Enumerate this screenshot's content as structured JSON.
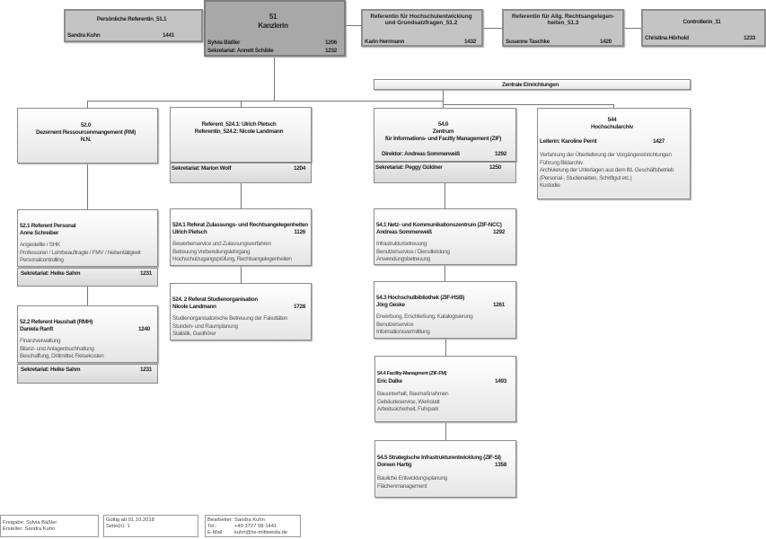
{
  "top": {
    "p511": {
      "title": "Persönliche Referentin_51.1",
      "name": "Sandra Kuhn",
      "tel": "1441"
    },
    "kanzlerin": {
      "num": "51",
      "title": "Kanzlerin",
      "name": "Sylvia Bäßler",
      "tel": "1206",
      "sek": "Sekretariat: Annett Schilde",
      "sek_tel": "1232"
    },
    "p512": {
      "title": "Referentin für Hochschulentwicklung  und Grundsatzfragen_51.2",
      "name": "Karin Herrmann",
      "tel": "1432"
    },
    "p513": {
      "title": "Referentin für Allg. Rechtsangelegen-heiten_51.3",
      "name": "Susanne Taschke",
      "tel": "1420"
    },
    "p11": {
      "title": "Controllerin_11",
      "name": "Christina Hörhold",
      "tel": "1233"
    }
  },
  "zentrale": "Zentrale Einrichtungen",
  "d520": {
    "num": "52.0",
    "title": "Dezernent Ressourcenmangement (RM)",
    "name": "N.N."
  },
  "d524": {
    "l1": "Referent_524.1: Ulrich Pietsch",
    "l2": "Referentin_524.2: Nicole Landmann",
    "sek": "Sekretariat: Marion Wolf",
    "sek_tel": "1204"
  },
  "d540": {
    "num": "54.0",
    "l1": "Zentrum",
    "l2": "für Informations- und Facitly Management (ZIF)",
    "dir": "Direktor: Andreas Sommerweiß",
    "dir_tel": "1292",
    "sek": "Sekretariat: Peggy Güldner",
    "sek_tel": "1250"
  },
  "d544": {
    "num": "544",
    "title": "Hochschularchiv",
    "lead": "Leiterin: Karoline Pernt",
    "tel": "1427",
    "tasks": [
      "Verfahrung der Überlieferung der Vorgängereinrichtungen",
      "Führung Bildarchiv",
      "Archivierung der Unterlagen aus dem lfd. Geschäftsbetrieb",
      "(Personal-, Studienakten, Schriftgut etc.)",
      "Kustodie"
    ]
  },
  "d521": {
    "title": "52.1 Referent Personal",
    "name": "Anne Schreiber",
    "tel": "",
    "tasks": [
      "Angestellte / SHK",
      "Professoren / Lehrbeauftragte / FMV / Nebentätigkeit",
      "Personalcontrolling"
    ],
    "sek": "Sekretariat: Heike Sahm",
    "sek_tel": "1231"
  },
  "d522": {
    "title": "52.2 Referent Haushalt (RMH)",
    "name": "Daniela Ranft",
    "tel": "1240",
    "tasks": [
      "Finanzverwaltung",
      "Bilanz- und Anlagenbuchhaltung",
      "Beschaffung, Drittmittel, Reisekosten"
    ],
    "sek": "Sekretariat: Heike Sahm",
    "sek_tel": "1231"
  },
  "d5241": {
    "title": "524.1 Referat Zulassungs- und Rechtsangelegenheiten",
    "name": "Ulrich Pietsch",
    "tel": "1126",
    "tasks": [
      "Bewerberservice und Zulassungsverfahren",
      "Betreuung Vorbereitungslehrgang",
      "Hochschulzugangsprüfung, Rechtsangelegenheiten"
    ]
  },
  "d5242": {
    "title": "524. 2 Referat Studienorganisation",
    "name": "Nicole Landmann",
    "tel": "1728",
    "tasks": [
      "Studienorganisatorische Betreuung der Fakultäten",
      "Stunden- und Raumplanung",
      "Statistik, Gasthörer"
    ]
  },
  "d541": {
    "title": "54.1 Netz- und Kommunikationszentrum (ZIF-NCC)",
    "name": "Andreas Sommerweiß",
    "tel": "1292",
    "tasks": [
      "Infrastrukturbetreuung",
      "Benutzerservice / Dienstleistung",
      "Anwendungsbetreuung"
    ]
  },
  "d543": {
    "title": "54.3 Hochschulbibliothek (ZIF-HSB)",
    "name": "Jörg Geske",
    "tel": "1261",
    "tasks": [
      "Erwerbung, Erschließung, Katalogisierung",
      "Benutzerservice",
      "Informationsvermittlung"
    ]
  },
  "d544b": {
    "title": "54.4 Facility-Managment (ZIF-FM)",
    "name": "Eric Dalke",
    "tel": "1493",
    "tasks": [
      "Bauunterhalt, Baumaßnahmen",
      "Gebäudeservice, Werkstatt",
      "Arbeitssicherheit, Fuhrpark"
    ]
  },
  "d545": {
    "title": "54.5 Strategische Infrastrukturentwicklung (ZIF-SI)",
    "name": "Doreen Hartig",
    "tel": "1358",
    "tasks": [
      "Bauliche Entwicklungsplanung",
      "Flächenmanagement"
    ]
  },
  "footer": {
    "freigabe": "Freigabe: Sylvia Bäßler",
    "ersteller": "Ersteller: Sandra Kuhn",
    "gueltig": "Gültig ab 01.10.2018",
    "seite": "Seite(n): 1",
    "bearb_l": "Bearbeiter:",
    "bearb": "Sandra Kuhn",
    "tel_l": "Tel.:",
    "tel": "+49 3727 58-1441",
    "mail_l": "E-Mail:",
    "mail": "kuhn@hs-mittweida.de"
  }
}
